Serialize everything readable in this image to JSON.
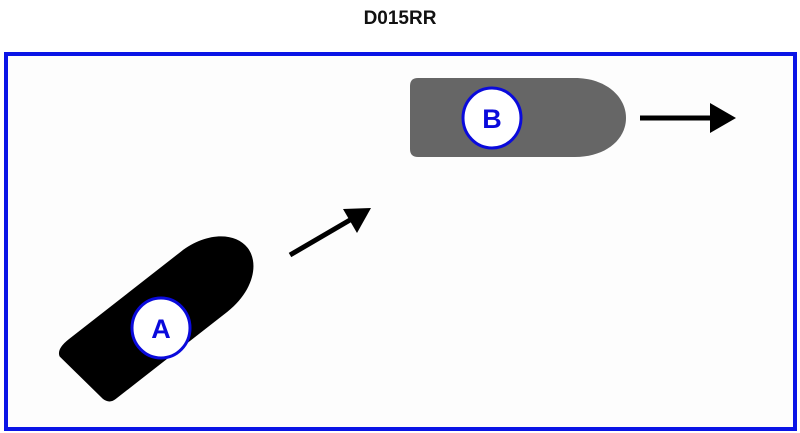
{
  "title": "D015RR",
  "colors": {
    "frame": "#0a14e6",
    "boat_a": "#000000",
    "boat_b": "#666666",
    "label": "#0a0adc"
  },
  "boats": [
    {
      "label": "A",
      "heading": "north-east"
    },
    {
      "label": "B",
      "heading": "east"
    }
  ]
}
